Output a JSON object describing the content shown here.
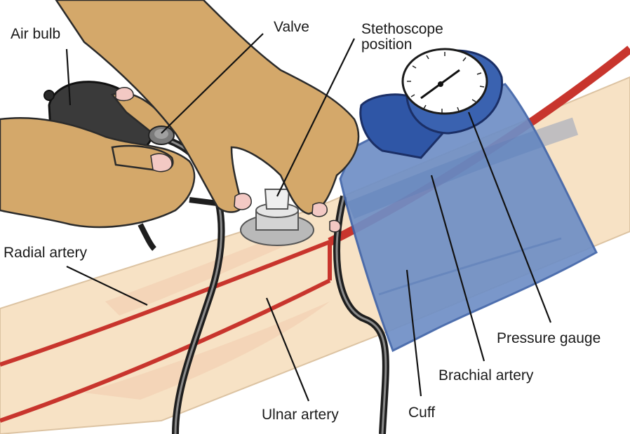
{
  "labels": {
    "air_bulb": "Air bulb",
    "valve": "Valve",
    "stethoscope_line1": "Stethoscope",
    "stethoscope_line2": "position",
    "radial_artery": "Radial artery",
    "ulnar_artery": "Ulnar artery",
    "cuff": "Cuff",
    "brachial_artery": "Brachial artery",
    "pressure_gauge": "Pressure gauge"
  },
  "colors": {
    "background": "#ffffff",
    "arm_skin": "#f7e2c5",
    "arm_outline": "#d9c0a0",
    "hand_skin": "#d4a86a",
    "hand_outline": "#2b2b2b",
    "artery": "#c8352d",
    "cuff": "#6f8fc6",
    "cuff_dark": "#3f63a8",
    "tube": "#1e1e1e",
    "bulb": "#3a3a3a",
    "stethoscope_head": "#c9c9c9"
  },
  "icons": [
    "air-bulb-icon",
    "valve-icon",
    "stethoscope-chestpiece-icon",
    "pressure-gauge-icon",
    "cuff-icon"
  ]
}
